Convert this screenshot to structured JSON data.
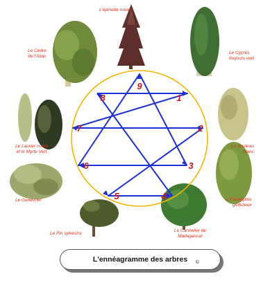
{
  "title": "L'ennéagramme des arbres",
  "copyright": "©",
  "numbers": [
    "1",
    "2",
    "3",
    "4",
    "5",
    "6",
    "7",
    "8",
    "9"
  ],
  "trees": {
    "epinette": "L'épinette noire",
    "cedre": "Le Cèdre\nde l'Atlas",
    "cypres": "Le Cyprès\ntoujours vert",
    "laurier": "Le Laurier noble\net le Myrte Vert",
    "bouleau": "Le Bouleau\nblanc",
    "genevrier": "Le Genévrier",
    "eucalyptus": "L'Eucalyptus\nglobuleux",
    "pin": "Le Pin sylvestre",
    "cannelier": "Le Cannelier de\nMadagascar"
  },
  "colors": {
    "circle": "#f2b600",
    "lines": "#1c2fd4",
    "numbers": "#c8181a",
    "labels": "#e0301e"
  }
}
